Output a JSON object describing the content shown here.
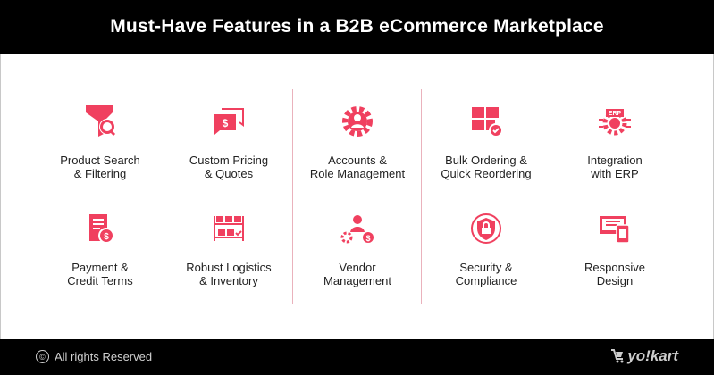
{
  "header": {
    "title": "Must-Have Features in a B2B eCommerce Marketplace"
  },
  "colors": {
    "accent": "#f0405f",
    "divider": "#eab2bc",
    "bar": "#000000"
  },
  "features": [
    {
      "label": "Product Search\n& Filtering",
      "icon": "funnel-search-icon"
    },
    {
      "label": "Custom Pricing\n& Quotes",
      "icon": "price-chat-icon"
    },
    {
      "label": "Accounts &\nRole Management",
      "icon": "gear-user-icon"
    },
    {
      "label": "Bulk Ordering &\nQuick Reordering",
      "icon": "boxes-check-icon"
    },
    {
      "label": "Integration\nwith ERP",
      "icon": "erp-gear-icon"
    },
    {
      "label": "Payment &\nCredit Terms",
      "icon": "invoice-dollar-icon"
    },
    {
      "label": "Robust Logistics\n& Inventory",
      "icon": "shelf-boxes-icon"
    },
    {
      "label": "Vendor\nManagement",
      "icon": "vendor-icon"
    },
    {
      "label": "Security &\nCompliance",
      "icon": "shield-lock-icon"
    },
    {
      "label": "Responsive\nDesign",
      "icon": "devices-icon"
    }
  ],
  "footer": {
    "copyright": "All rights Reserved",
    "copyright_symbol": "©",
    "logo": "yo!kart"
  }
}
